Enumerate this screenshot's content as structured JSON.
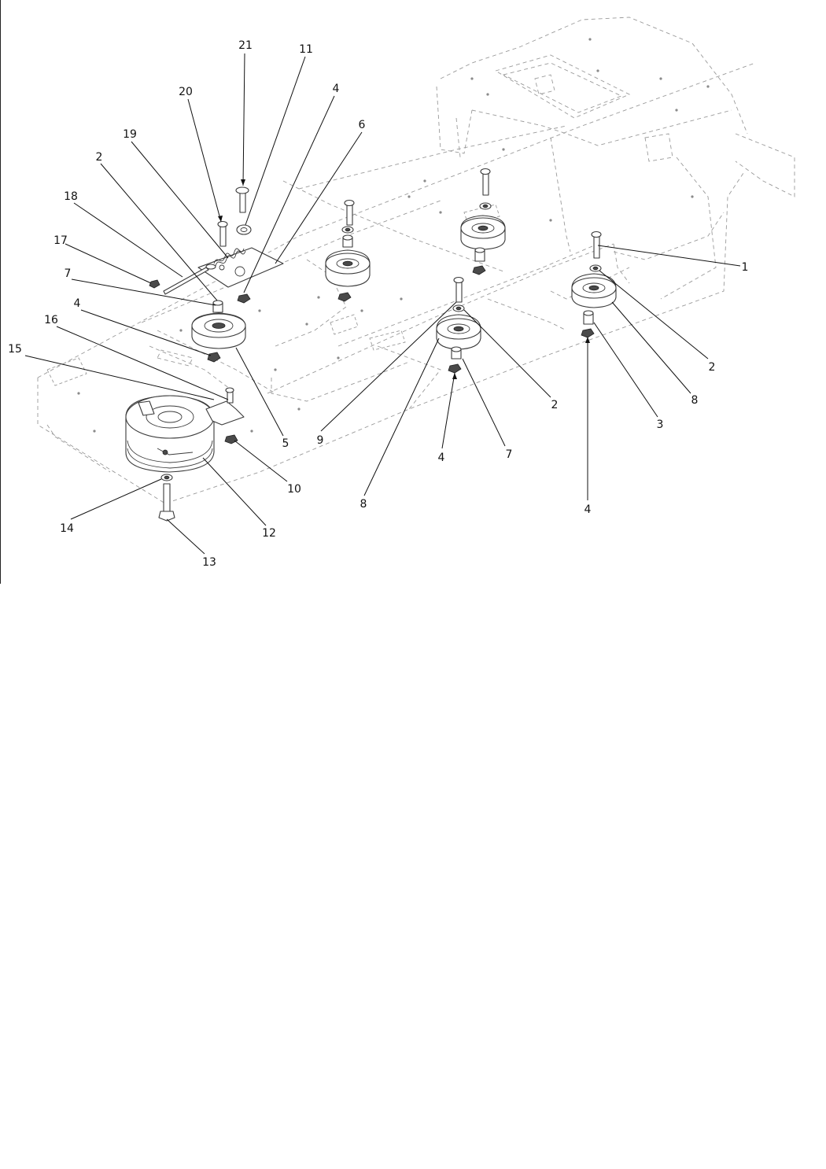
{
  "diagram": {
    "callouts": [
      {
        "id": "c21",
        "label": "21"
      },
      {
        "id": "c11",
        "label": "11"
      },
      {
        "id": "c20",
        "label": "20"
      },
      {
        "id": "c4a",
        "label": "4"
      },
      {
        "id": "c19",
        "label": "19"
      },
      {
        "id": "c6",
        "label": "6"
      },
      {
        "id": "c2a",
        "label": "2"
      },
      {
        "id": "c18",
        "label": "18"
      },
      {
        "id": "c17",
        "label": "17"
      },
      {
        "id": "c7a",
        "label": "7"
      },
      {
        "id": "c4b",
        "label": "4"
      },
      {
        "id": "c16",
        "label": "16"
      },
      {
        "id": "c15",
        "label": "15"
      },
      {
        "id": "c5",
        "label": "5"
      },
      {
        "id": "c10",
        "label": "10"
      },
      {
        "id": "c12",
        "label": "12"
      },
      {
        "id": "c14",
        "label": "14"
      },
      {
        "id": "c13",
        "label": "13"
      },
      {
        "id": "c9",
        "label": "9"
      },
      {
        "id": "c8a",
        "label": "8"
      },
      {
        "id": "c4c",
        "label": "4"
      },
      {
        "id": "c7b",
        "label": "7"
      },
      {
        "id": "c2b",
        "label": "2"
      },
      {
        "id": "c1",
        "label": "1"
      },
      {
        "id": "c2c",
        "label": "2"
      },
      {
        "id": "c8b",
        "label": "8"
      },
      {
        "id": "c3",
        "label": "3"
      },
      {
        "id": "c4d",
        "label": "4"
      }
    ]
  }
}
